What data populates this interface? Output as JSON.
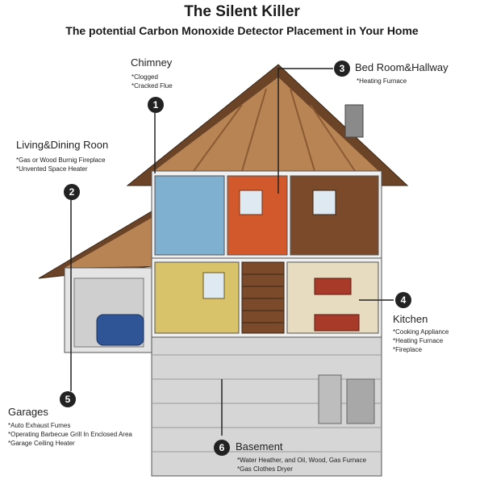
{
  "title": "The Silent Killer",
  "subtitle": "The potential Carbon Monoxide Detector Placement in Your Home",
  "locations": [
    {
      "number": "1",
      "name": "Chimney",
      "items": [
        "*Clogged",
        "*Cracked Flue"
      ]
    },
    {
      "number": "2",
      "name": "Living&Dining Roon",
      "items": [
        "*Gas or Wood Burnig Fireplace",
        "*Unvented Space Heater"
      ]
    },
    {
      "number": "3",
      "name": "Bed Room&Hallway",
      "items": [
        "*Heating Furnace"
      ]
    },
    {
      "number": "4",
      "name": "Kitchen",
      "items": [
        "*Cooking Appliance",
        "*Heating Furnace",
        "*Fireplace"
      ]
    },
    {
      "number": "5",
      "name": "Garages",
      "items": [
        "*Auto Exhaust Fumes",
        "*Operating Barbecue Grill In Enclosed Area",
        "*Garage Ceiling Heater"
      ]
    },
    {
      "number": "6",
      "name": "Basement",
      "items": [
        "*Water Heather, and Oil, Wood, Gas Furnace",
        "*Gas Clothes Dryer"
      ]
    }
  ],
  "colors": {
    "roof": "#7a4e2e",
    "attic": "#b98454",
    "bathroom": "#6fa3c6",
    "bedroom": "#d2592b",
    "living": "#d9c36a",
    "kitchen": "#a83a2a",
    "stone": "#cfcfcf",
    "marker": "#222222"
  }
}
